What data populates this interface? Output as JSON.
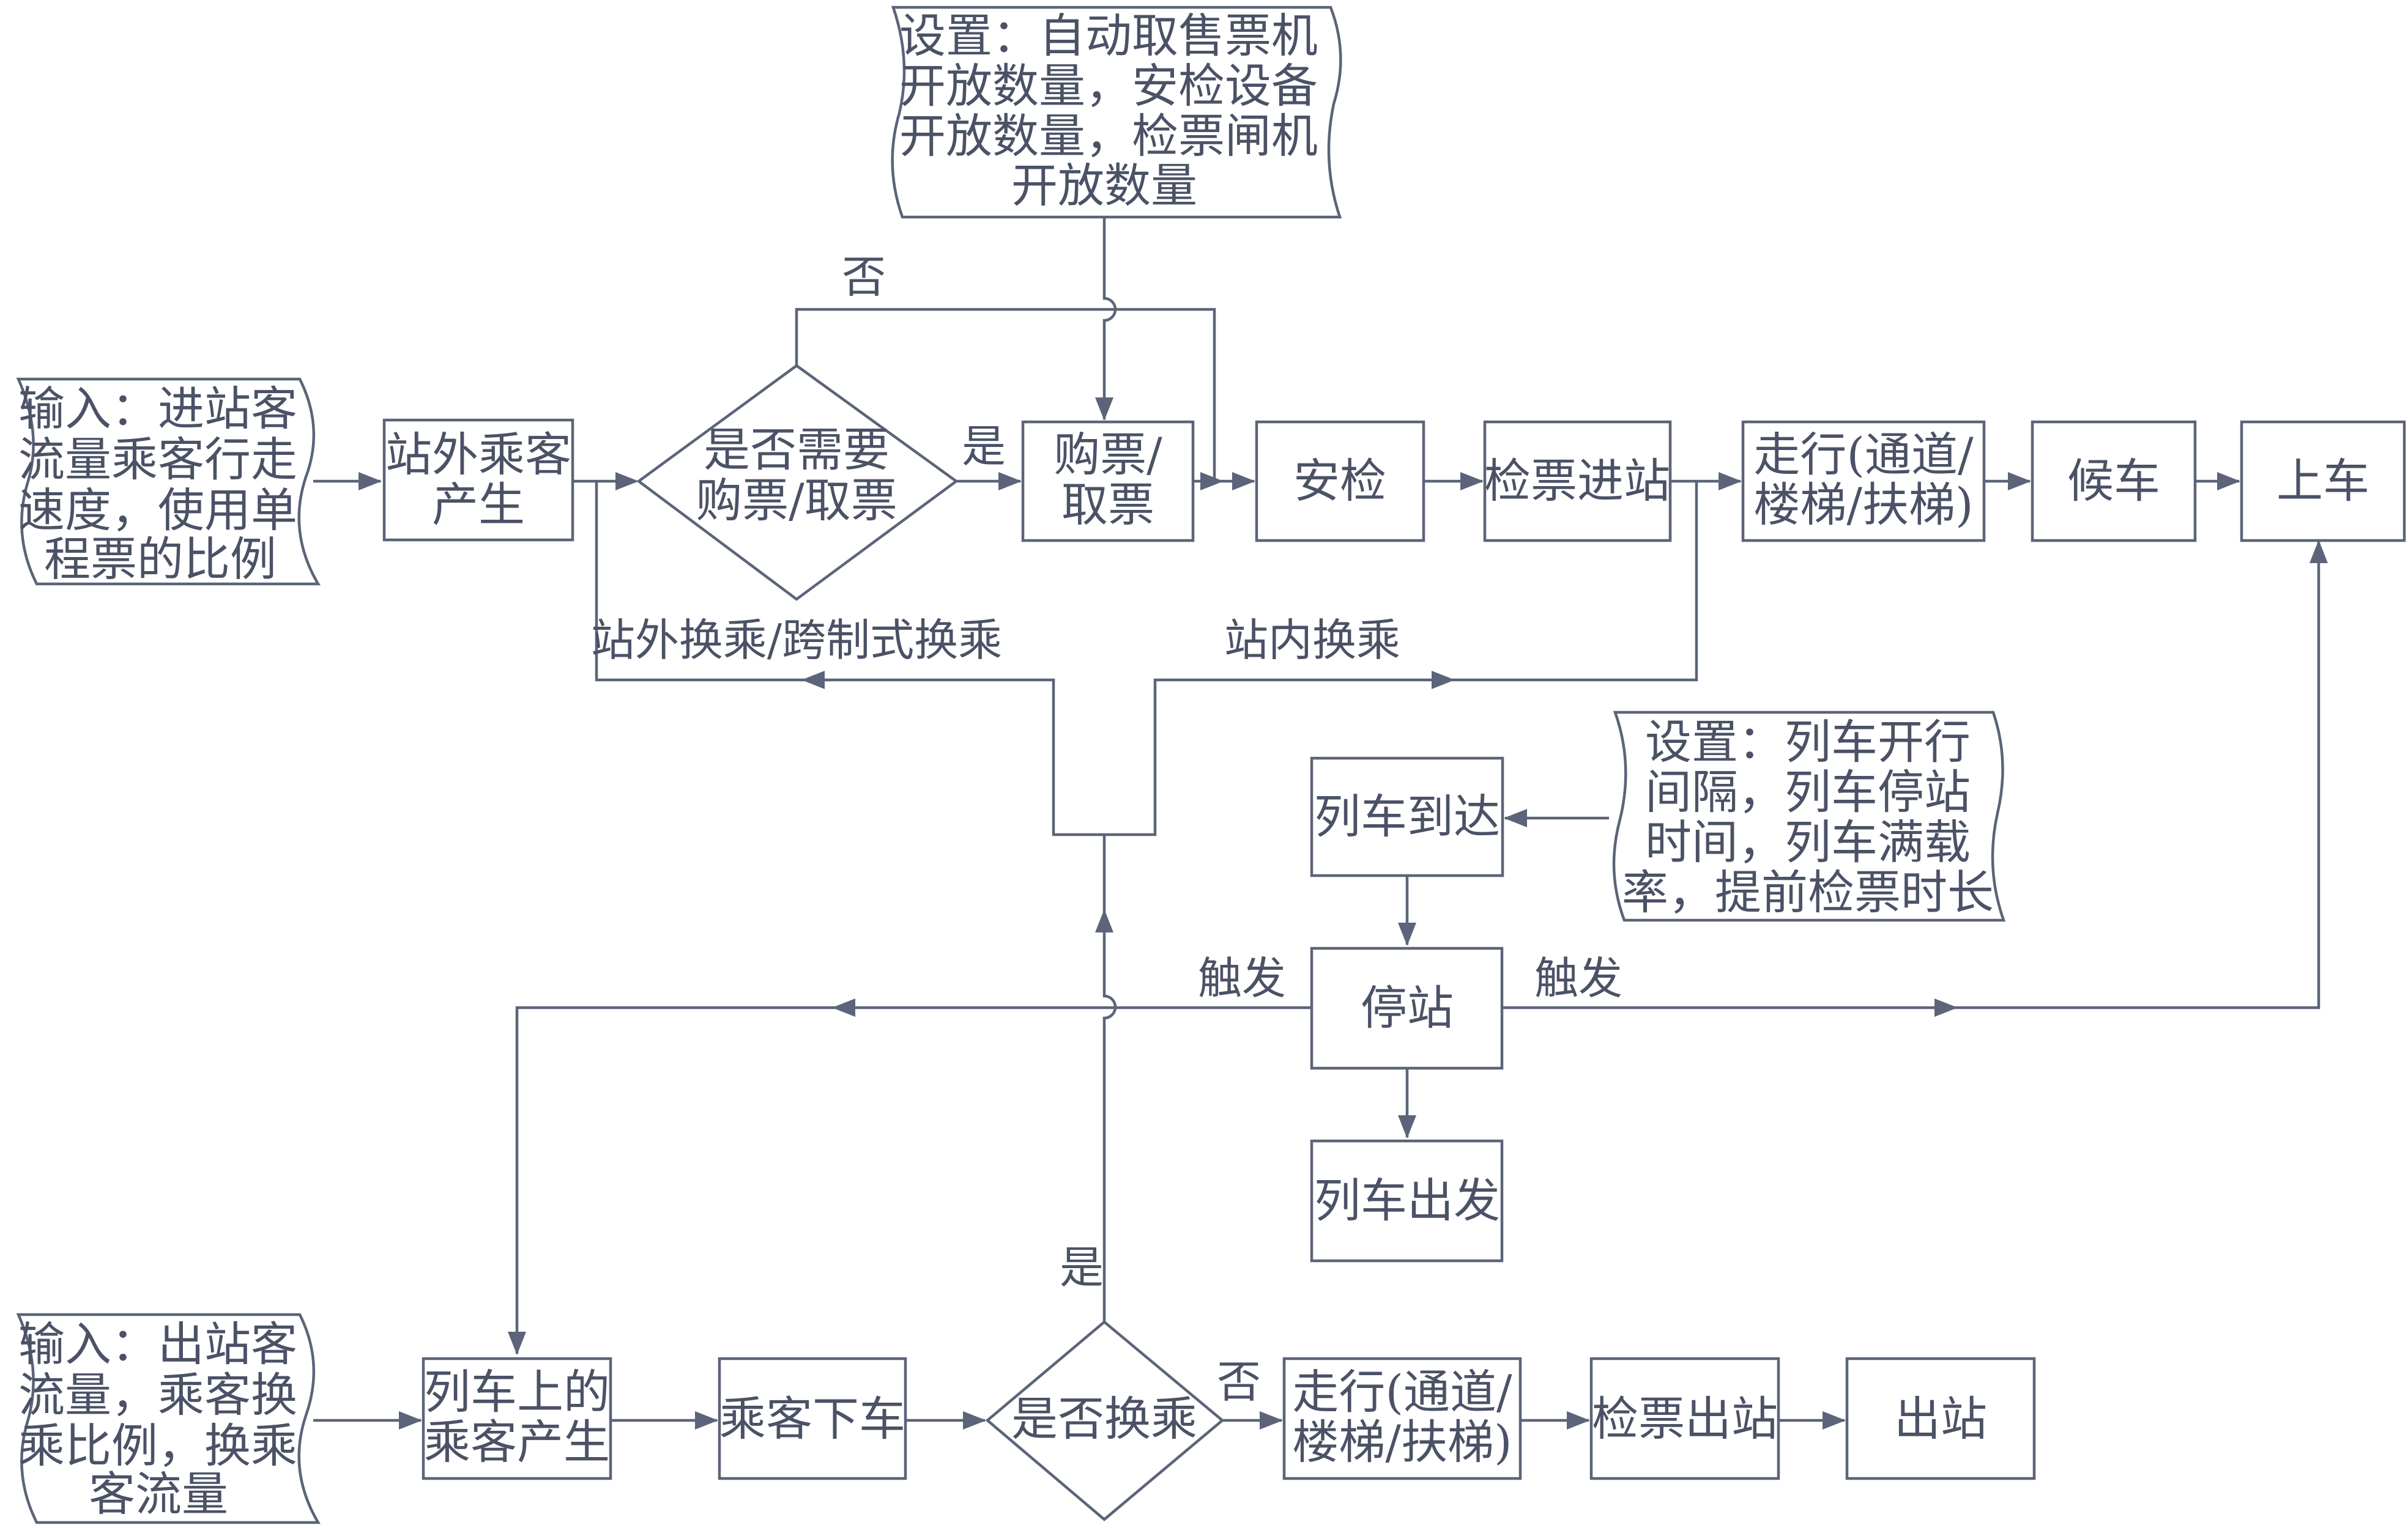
{
  "nodes": {
    "input_in": [
      "输入：进站客",
      "流量乘客行走",
      "速度，使用单",
      "程票的比例"
    ],
    "gen_out": [
      "站外乘客",
      "产生"
    ],
    "need_ticket": [
      "是否需要",
      "购票/取票"
    ],
    "buy": [
      "购票/",
      "取票"
    ],
    "security": [
      "安检"
    ],
    "gate_in": [
      "检票进站"
    ],
    "walk_in": [
      "走行(通道/",
      "楼梯/扶梯)"
    ],
    "wait": [
      "候车"
    ],
    "board": [
      "上车"
    ],
    "settings_top": [
      "设置：自动取售票机",
      "开放数量，安检设备",
      "开放数量，检票闸机",
      "开放数量"
    ],
    "settings_train": [
      "设置：列车开行",
      "间隔，列车停站",
      "时间，列车满载",
      "率，提前检票时长"
    ],
    "arrive": [
      "列车到达"
    ],
    "stop": [
      "停站"
    ],
    "depart": [
      "列车出发"
    ],
    "input_out": [
      "输入：出站客",
      "流量，乘客换",
      "乘比例，换乘",
      "客流量"
    ],
    "gen_train": [
      "列车上的",
      "乘客产生"
    ],
    "alight": [
      "乘客下车"
    ],
    "transfer_q": [
      "是否换乘"
    ],
    "walk_out": [
      "走行(通道/",
      "楼梯/扶梯)"
    ],
    "gate_out": [
      "检票出站"
    ],
    "exit": [
      "出站"
    ]
  },
  "labels": {
    "no_top": "否",
    "yes_top": "是",
    "transfer_outside": "站外换乘/跨制式换乘",
    "transfer_inside": "站内换乘",
    "trigger_left": "触发",
    "trigger_right": "触发",
    "yes_bottom": "是",
    "no_bottom": "否"
  }
}
